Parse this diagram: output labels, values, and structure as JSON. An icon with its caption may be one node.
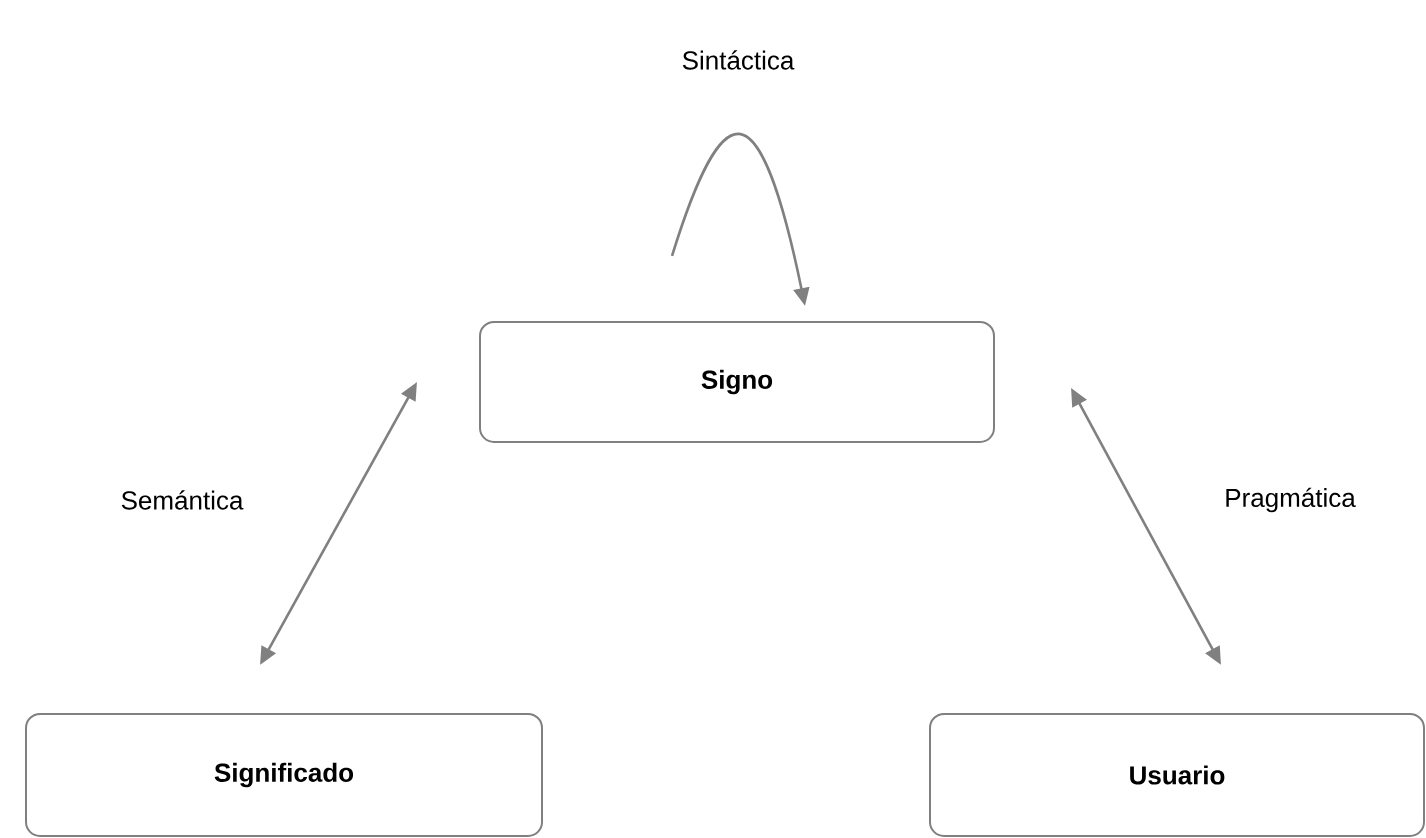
{
  "diagram": {
    "nodes": [
      {
        "text": [
          "Signo"
        ]
      },
      {
        "text": [
          "Significado"
        ]
      },
      {
        "text": [
          "Usuario"
        ]
      }
    ],
    "edges": [
      {
        "from": null,
        "to": 0,
        "arrow": "to",
        "label": "Sintáctica"
      },
      {
        "from": 1,
        "to": 0,
        "arrow": "both",
        "label": "Semántica"
      },
      {
        "from": 0,
        "to": 2,
        "arrow": "both",
        "label": "Pragmática"
      }
    ]
  }
}
